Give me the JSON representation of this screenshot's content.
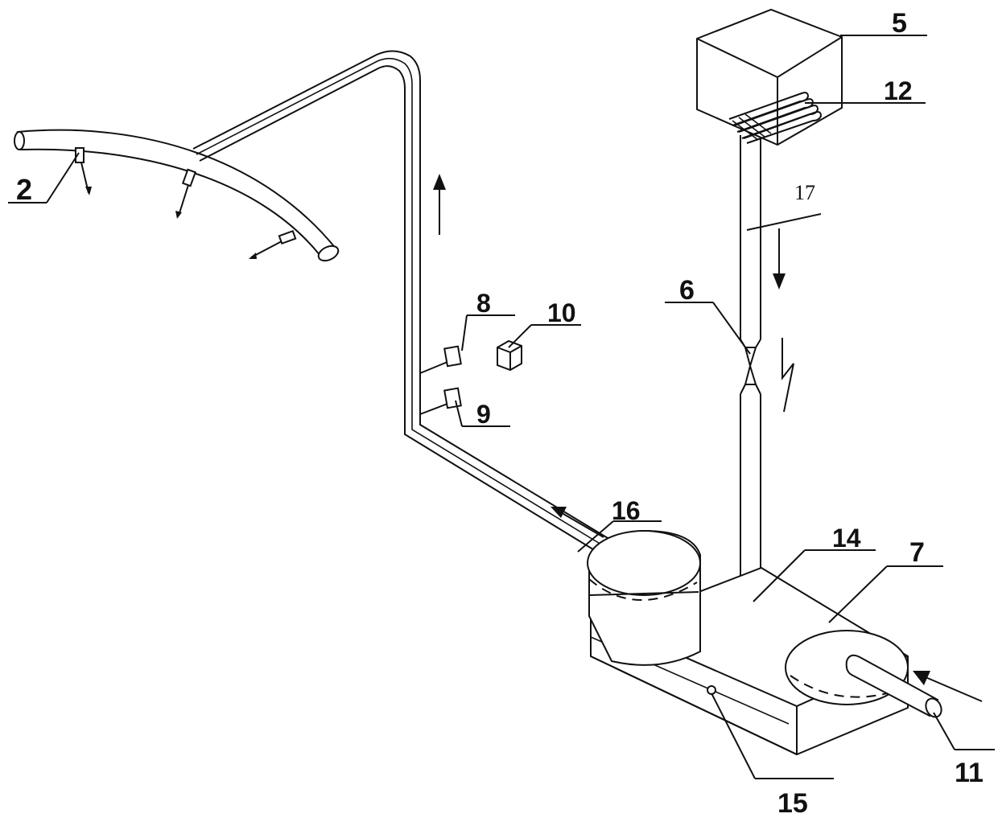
{
  "diagram": {
    "labels": {
      "l2": "2",
      "l5": "5",
      "l6": "6",
      "l7": "7",
      "l8": "8",
      "l9": "9",
      "l10": "10",
      "l11": "11",
      "l12": "12",
      "l14": "14",
      "l15": "15",
      "l16": "16",
      "l17": "17"
    },
    "colors": {
      "line": "#111111",
      "background": "#ffffff"
    }
  }
}
